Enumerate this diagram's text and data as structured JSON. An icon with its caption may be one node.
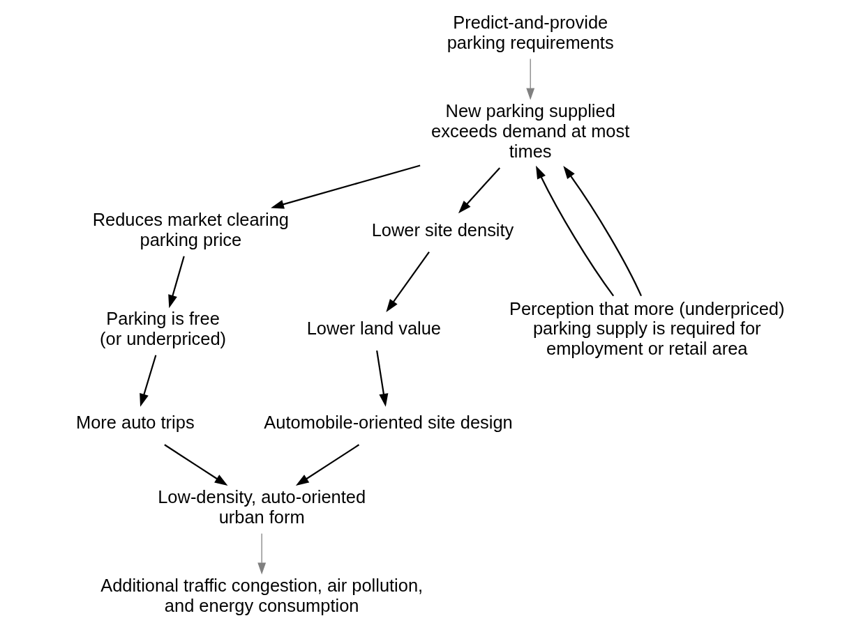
{
  "diagram": {
    "nodes": [
      {
        "text": [
          "Predict-and-provide parking requirements"
        ]
      },
      {
        "text": [
          "New parking supplied exceeds demand at most times"
        ]
      },
      {
        "text": [
          "Reduces market clearing parking price"
        ]
      },
      {
        "text": [
          "Lower site density"
        ]
      },
      {
        "text": [
          "Parking is free (or underpriced)"
        ]
      },
      {
        "text": [
          "Lower land value"
        ]
      },
      {
        "text": [
          "Perception that more (underpriced) parking supply is required for employment or retail area"
        ]
      },
      {
        "text": [
          "Automobile-oriented site design"
        ]
      },
      {
        "text": [
          "More auto trips"
        ]
      },
      {
        "text": [
          "Low-density, auto-oriented urban form"
        ]
      },
      {
        "text": [
          "Additional traffic congestion, air pollution, and energy consumption"
        ]
      }
    ],
    "edges": [
      {
        "from": 0,
        "to": 1,
        "arrow": "to",
        "color": "#808080"
      },
      {
        "from": 1,
        "to": 2,
        "arrow": "to"
      },
      {
        "from": 1,
        "to": 3,
        "arrow": "to"
      },
      {
        "from": 2,
        "to": 4,
        "arrow": "to"
      },
      {
        "from": 3,
        "to": 5,
        "arrow": "to"
      },
      {
        "from": 4,
        "to": 8,
        "arrow": "to"
      },
      {
        "from": 5,
        "to": 7,
        "arrow": "to"
      },
      {
        "from": 6,
        "to": 1,
        "arrow": "to"
      },
      {
        "from": 6,
        "to": 1,
        "arrow": "to"
      },
      {
        "from": 8,
        "to": 9,
        "arrow": "to"
      },
      {
        "from": 7,
        "to": 9,
        "arrow": "to"
      },
      {
        "from": 9,
        "to": 10,
        "arrow": "to",
        "color": "#808080"
      }
    ]
  }
}
